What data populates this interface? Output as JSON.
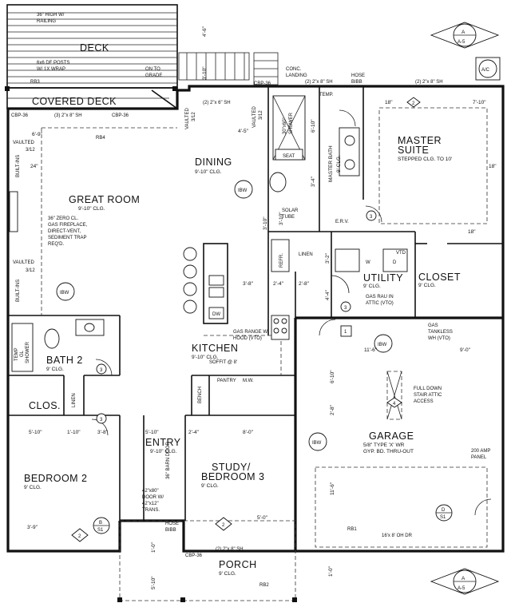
{
  "rooms": {
    "deck": "DECK",
    "covered_deck": "COVERED DECK",
    "dining": "DINING",
    "dining_clg": "9'-10\" CLG.",
    "great_room": "GREAT ROOM",
    "great_room_clg": "9'-10\" CLG.",
    "master_suite_1": "MASTER",
    "master_suite_2": "SUITE",
    "master_suite_clg": "STEPPED CLG. TO 10'",
    "master_bath": "MASTER BATH",
    "master_bath_clg": "9' CLG.",
    "kitchen": "KITCHEN",
    "kitchen_clg": "9'-10\" CLG.",
    "utility": "UTILITY",
    "utility_clg": "9' CLG.",
    "closet": "CLOSET",
    "closet_clg": "9' CLG.",
    "bath2": "BATH 2",
    "bath2_clg": "9' CLG.",
    "clos": "CLOS.",
    "bedroom2": "BEDROOM 2",
    "bedroom2_clg": "9' CLG.",
    "entry": "ENTRY",
    "entry_clg": "9'-10\" CLG.",
    "study_1": "STUDY/",
    "study_2": "BEDROOM 3",
    "study_clg": "9' CLG.",
    "garage": "GARAGE",
    "garage_note1": "5/8\" TYPE 'X' WR",
    "garage_note2": "GYP. BD. THRU-OUT",
    "porch": "PORCH",
    "porch_clg": "9' CLG."
  },
  "notes": {
    "railing_1": "36\" HIGH W/",
    "railing_2": "RAILING",
    "posts_1": "6x6 DF POSTS",
    "posts_2": "W/ 1X WRAP",
    "rb3": "RB3",
    "rb4": "RB4",
    "rb1": "RB1",
    "rb2": "RB2",
    "cbp36_a": "CBP-36",
    "cbp36_b": "CBP-36",
    "cbp36_c": "CBP-36",
    "cbp36_d": "CBP-36",
    "header_3x2x8": "(3) 2\"x 8\" SH",
    "header_2x6": "(2) 2\"x 6\" SH",
    "header_2x8": "(2) 2\"x 8\" SH",
    "header_2x8_b": "(2) 2\"x 8\" SH",
    "header_2x8_c": "(2) 2\"x 8\" SH",
    "on_to_grade_1": "ON TO",
    "on_to_grade_2": "GRADE",
    "conc_landing_1": "CONC.",
    "conc_landing_2": "LANDING",
    "hose_bibb_1": "HOSE",
    "hose_bibb_2": "BIBB",
    "hose_bibb_3": "HOSE",
    "hose_bibb_4": "BIBB",
    "temp": "TEMP.",
    "vaulted_a": "VAULTED",
    "vaulted_b": "VAULTED",
    "vaulted_c": "VAULTED",
    "vaulted_d": "VAULTED",
    "pitch_a": "3/12",
    "pitch_b": "3/12",
    "pitch_c": "3/12",
    "pitch_d": "3/12",
    "builtins_a": "BUILT-INS",
    "builtins_b": "BUILT-INS",
    "fireplace_1": "36\" ZERO CL.",
    "fireplace_2": "GAS FIREPLACE,",
    "fireplace_3": "DIRECT-VENT,",
    "fireplace_4": "SEDIMENT TRAP",
    "fireplace_5": "REQ'D.",
    "ibw": "IBW",
    "seat": "SEAT",
    "shower_1": "30\"x60\"",
    "shower_2": "SHOWER",
    "solar_tube_1": "SOLAR",
    "solar_tube_2": "TUBE",
    "erv": "E.R.V.",
    "refr": "REFR.",
    "linen": "LINEN",
    "linen_b": "LINEN",
    "dw": "DW",
    "w": "W",
    "d": "D",
    "vtd": "VTD",
    "gas_range_1": "GAS RANGE W/",
    "gas_range_2": "HOOD (VTO)",
    "soffit": "SOFFIT @ 8'",
    "pantry": "PANTRY",
    "mw": "M.W.",
    "bench": "BENCH",
    "barn_door": "36\" BARN DOOR",
    "entry_door_1": "42\"x80\"",
    "entry_door_2": "DOOR W/",
    "entry_door_3": "42\"x12\"",
    "entry_door_4": "TRANS.",
    "gas_rau_1": "GAS RAU IN",
    "gas_rau_2": "ATTIC (VTO)",
    "wh_1": "GAS",
    "wh_2": "TANKLESS",
    "wh_3": "WH (VTO)",
    "attic_1": "FULL DOWN",
    "attic_2": "STAIR ATTIC",
    "attic_3": "ACCESS",
    "panel_1": "200 AMP",
    "panel_2": "PANEL",
    "garage_door": "16'x 8' OH DR",
    "tub_1": "TEMP",
    "tub_2": "GL",
    "tub_3": "SHOWER",
    "ac": "A/C"
  },
  "dims": {
    "d_4_6": "4'-6\"",
    "d_3_10": "3'-10\"",
    "d_6_9": "6'-9\"",
    "d_4_5": "4'-5\"",
    "d_24": "24\"",
    "d_18a": "18\"",
    "d_18b": "18\"",
    "d_18c": "18\"",
    "d_7_10": "7'-10\"",
    "d_6_10a": "6'-10\"",
    "d_3_4": "3'-4\"",
    "d_3_8": "3'-8\"",
    "d_2_4": "2'-4\"",
    "d_2_8a": "2'-8\"",
    "d_3_2": "3'-2\"",
    "d_4_4": "4'-4\"",
    "d_3_10b": "3'-10\"",
    "d_5_10": "5'-10\"",
    "d_1_10": "1'-10\"",
    "d_3_8b": "3'-8\"",
    "d_11_6": "11'-6\"",
    "d_9_0": "9'-0\"",
    "d_6_10b": "6'-10\"",
    "d_2_8b": "2'-8\"",
    "d_11_6b": "11'-6\"",
    "d_5_10b": "5'-10\"",
    "d_2_4b": "2'-4\"",
    "d_8_0": "8'-0\"",
    "d_3_9": "3'-9\"",
    "d_5_0": "5'-0\"",
    "d_1_0": "1'-0\"",
    "d_1_0b": "1'-0\"",
    "d_5_10c": "5'-10\"",
    "d_3_10c": "3'-10\""
  },
  "tags": {
    "section_top_letter": "A",
    "section_top_sheet": "A-5",
    "section_bot_letter": "A",
    "section_bot_sheet": "A-5",
    "b_letter": "B",
    "b_sheet": "S1",
    "d_letter": "D",
    "d_sheet": "S1",
    "win_2a": "2",
    "win_2b": "2",
    "win_2c": "2",
    "door_1": "1",
    "door_3a": "3",
    "door_3b": "3",
    "door_3c": "3",
    "door_3d": "3",
    "door_4": "4"
  }
}
